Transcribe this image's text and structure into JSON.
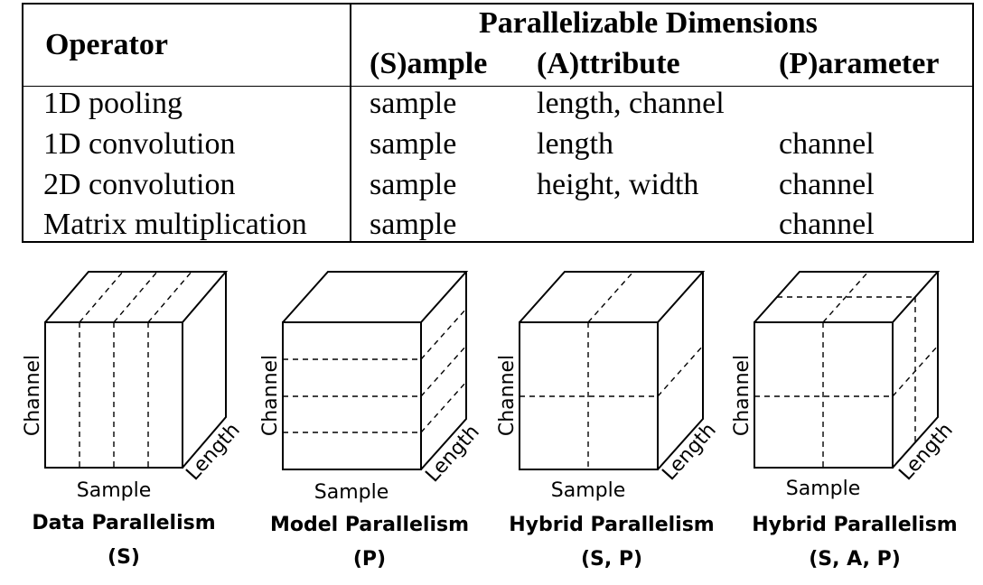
{
  "table": {
    "header": {
      "operator": "Operator",
      "group": "Parallelizable Dimensions",
      "sample": "(S)ample",
      "attribute": "(A)ttribute",
      "parameter": "(P)arameter"
    },
    "rows": [
      {
        "operator": "1D pooling",
        "sample": "sample",
        "attribute": "length, channel",
        "parameter": ""
      },
      {
        "operator": "1D convolution",
        "sample": "sample",
        "attribute": "length",
        "parameter": "channel"
      },
      {
        "operator": "2D convolution",
        "sample": "sample",
        "attribute": "height, width",
        "parameter": "channel"
      },
      {
        "operator": "Matrix multiplication",
        "sample": "sample",
        "attribute": "",
        "parameter": "channel"
      }
    ]
  },
  "cubes": [
    {
      "title": "Data Parallelism",
      "subtitle": "(S)",
      "y_label": "Channel",
      "x_label": "Sample",
      "z_label": "Length"
    },
    {
      "title": "Model Parallelism",
      "subtitle": "(P)",
      "y_label": "Channel",
      "x_label": "Sample",
      "z_label": "Length"
    },
    {
      "title": "Hybrid Parallelism",
      "subtitle": "(S, P)",
      "y_label": "Channel",
      "x_label": "Sample",
      "z_label": "Length"
    },
    {
      "title": "Hybrid Parallelism",
      "subtitle": "(S, A, P)",
      "y_label": "Channel",
      "x_label": "Sample",
      "z_label": "Length"
    }
  ]
}
